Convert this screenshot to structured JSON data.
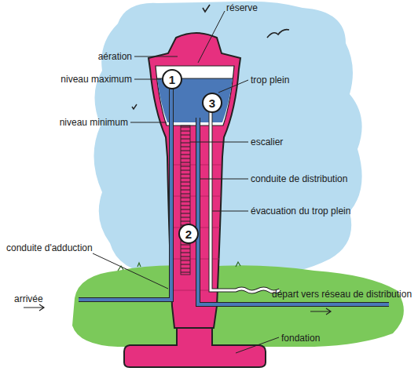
{
  "diagram": {
    "nodes": [
      {
        "text": [
          "1"
        ]
      },
      {
        "text": [
          "3"
        ]
      },
      {
        "text": [
          "2"
        ]
      }
    ],
    "labels": [
      "réserve",
      "aération",
      "niveau maximum",
      "trop plein",
      "niveau minimum",
      "escalier",
      "conduite de distribution",
      "évacuation du trop plein",
      "conduite d'adduction",
      "arrivée",
      "départ vers réseau de distribution",
      "fondation"
    ]
  }
}
